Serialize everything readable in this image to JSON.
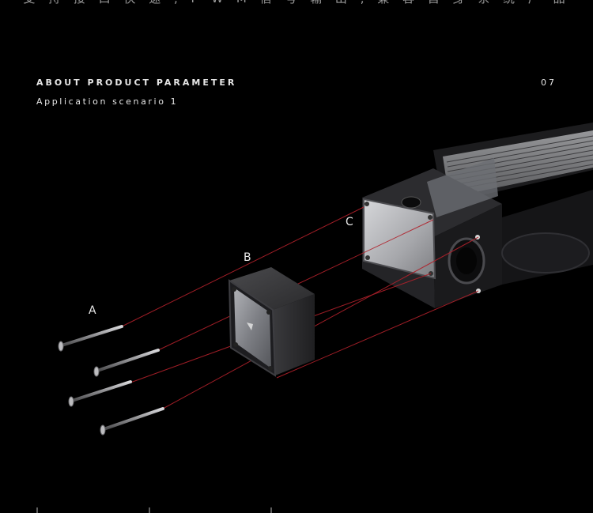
{
  "top_caption": "支 持 接 口 快 速 , P W M 信 号 输 出 , 兼 容 自 身 系 统 产 品",
  "heading": "ABOUT PRODUCT PARAMETER",
  "subheading": "Application scenario 1",
  "page_number": "07",
  "callouts": {
    "a": "A",
    "b": "B",
    "c": "C"
  },
  "colors": {
    "background": "#000000",
    "guide_line": "#b0212b",
    "metal_dark": "#2a2a2c",
    "metal_light": "#9c9ca0"
  }
}
